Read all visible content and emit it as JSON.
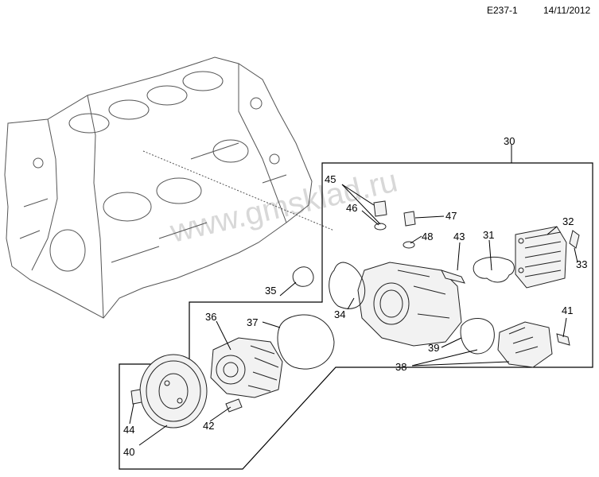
{
  "header": {
    "code": "E237-1",
    "date": "14/11/2012"
  },
  "watermark": "www.gmsklad.ru",
  "callouts": [
    {
      "id": "c30",
      "label": "30"
    },
    {
      "id": "c31",
      "label": "31"
    },
    {
      "id": "c32",
      "label": "32"
    },
    {
      "id": "c33",
      "label": "33"
    },
    {
      "id": "c34",
      "label": "34"
    },
    {
      "id": "c35",
      "label": "35"
    },
    {
      "id": "c36",
      "label": "36"
    },
    {
      "id": "c37",
      "label": "37"
    },
    {
      "id": "c38",
      "label": "38"
    },
    {
      "id": "c39",
      "label": "39"
    },
    {
      "id": "c40",
      "label": "40"
    },
    {
      "id": "c41",
      "label": "41"
    },
    {
      "id": "c42",
      "label": "42"
    },
    {
      "id": "c43",
      "label": "43"
    },
    {
      "id": "c44",
      "label": "44"
    },
    {
      "id": "c45",
      "label": "45"
    },
    {
      "id": "c46",
      "label": "46"
    },
    {
      "id": "c47",
      "label": "47"
    },
    {
      "id": "c48",
      "label": "48"
    }
  ]
}
